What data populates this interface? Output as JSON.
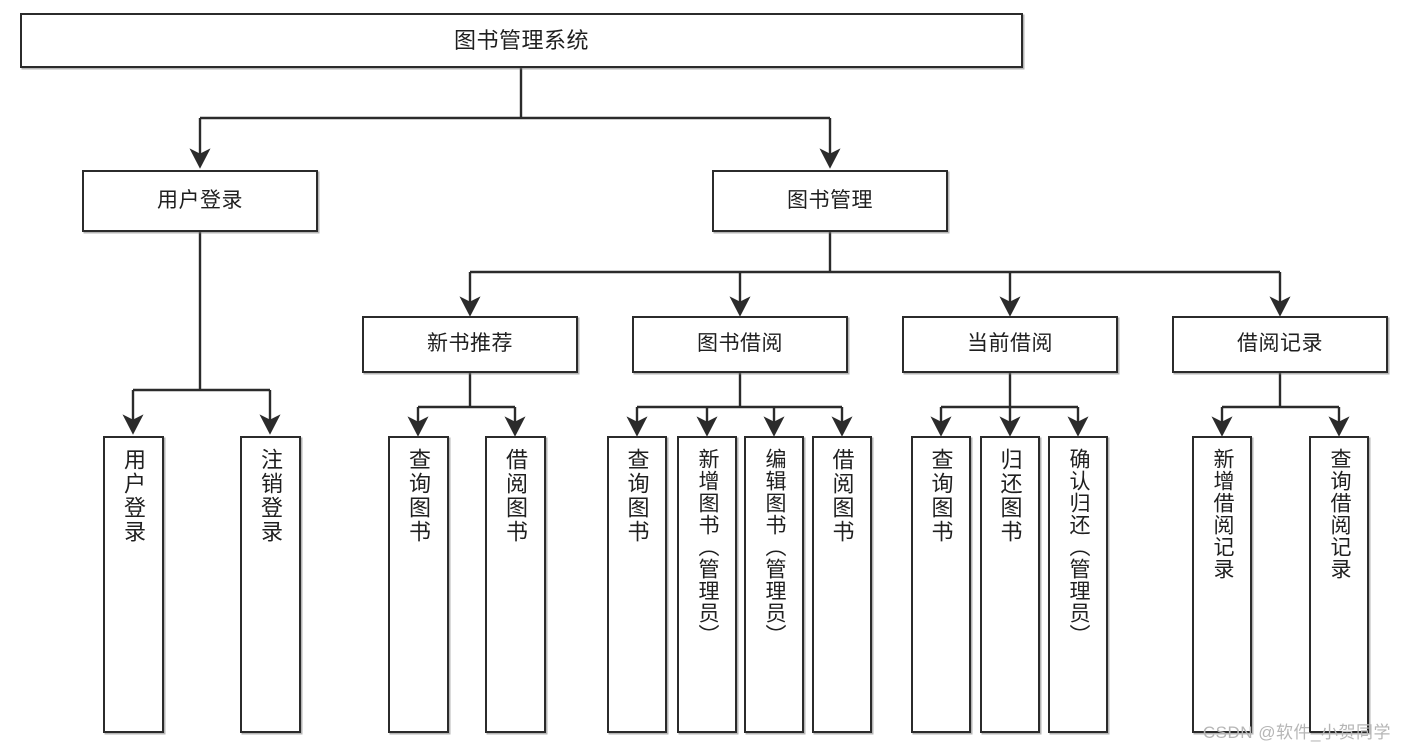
{
  "diagram": {
    "title": "图书管理系统",
    "type": "tree-hierarchy",
    "watermark": "CSDN @软件_小贺同学",
    "colors": {
      "box_border": "#2b2b2b",
      "box_fill": "#ffffff",
      "edge": "#2b2b2b",
      "text": "#1f1f1f",
      "watermark": "#b6b6b6",
      "background": "#ffffff"
    },
    "nodes": {
      "root": {
        "label": "图书管理系统"
      },
      "level2": [
        {
          "id": "user-login",
          "label": "用户登录"
        },
        {
          "id": "book-manage",
          "label": "图书管理"
        }
      ],
      "level3": [
        {
          "id": "new-book-recommend",
          "label": "新书推荐"
        },
        {
          "id": "book-borrow",
          "label": "图书借阅"
        },
        {
          "id": "current-borrow",
          "label": "当前借阅"
        },
        {
          "id": "borrow-record",
          "label": "借阅记录"
        }
      ],
      "leaves": {
        "user-login": [
          {
            "id": "leaf-user-login",
            "label": "用户登录"
          },
          {
            "id": "leaf-logout-login",
            "label": "注销登录"
          }
        ],
        "new-book-recommend": [
          {
            "id": "leaf-query-book-1",
            "label": "查询图书"
          },
          {
            "id": "leaf-borrow-book-1",
            "label": "借阅图书"
          }
        ],
        "book-borrow": [
          {
            "id": "leaf-query-book-2",
            "label": "查询图书"
          },
          {
            "id": "leaf-add-book",
            "label": "新增图书（管理员）"
          },
          {
            "id": "leaf-edit-book",
            "label": "编辑图书（管理员）"
          },
          {
            "id": "leaf-borrow-book-2",
            "label": "借阅图书"
          }
        ],
        "current-borrow": [
          {
            "id": "leaf-query-book-3",
            "label": "查询图书"
          },
          {
            "id": "leaf-return-book",
            "label": "归还图书"
          },
          {
            "id": "leaf-confirm-return",
            "label": "确认归还（管理员）"
          }
        ],
        "borrow-record": [
          {
            "id": "leaf-add-record",
            "label": "新增借阅记录"
          },
          {
            "id": "leaf-query-record",
            "label": "查询借阅记录"
          }
        ]
      }
    }
  }
}
